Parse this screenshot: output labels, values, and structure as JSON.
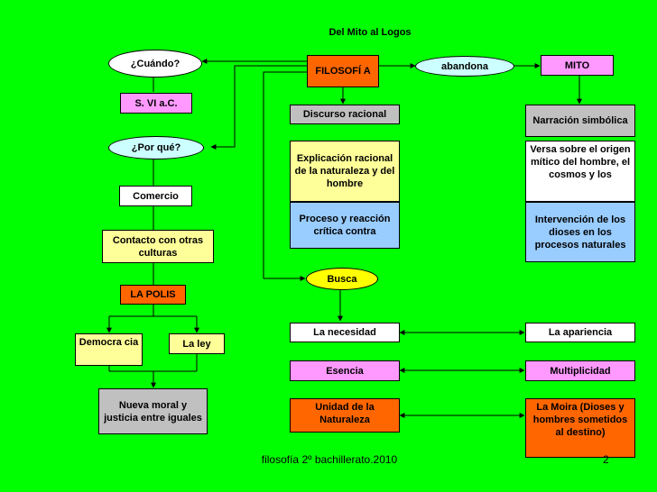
{
  "title": "Del Mito al Logos",
  "nodes": {
    "cuando": "¿Cuándo?",
    "siglo": "S. VI a.C.",
    "porque": "¿Por qué?",
    "comercio": "Comercio",
    "contacto": "Contacto con otras culturas",
    "polis": "LA POLIS",
    "democracia": "Democra cia",
    "ley": "La ley",
    "nueva_moral": "Nueva moral y justicia entre iguales",
    "filosofia": "FILOSOFÍ A",
    "abandona": "abandona",
    "mito": "MITO",
    "discurso": "Discurso racional",
    "explicacion": "Explicación racional de la naturaleza y del hombre",
    "proceso": "Proceso y reacción crítica contra",
    "narracion": "Narración simbólica",
    "versa": "Versa sobre el origen mítico del hombre, el cosmos y los",
    "intervencion": "Intervención de los dioses en los procesos naturales",
    "busca": "Busca",
    "necesidad": "La necesidad",
    "apariencia": "La apariencia",
    "esencia": "Esencia",
    "multiplicidad": "Multiplicidad",
    "unidad": "Unidad de la Naturaleza",
    "moira": "La Moira (Dioses y hombres sometidos al destino)"
  },
  "footer": "filosofía 2º bachillerato.2010",
  "page_number": "2",
  "colors": {
    "background": "#00ff00",
    "white": "#ffffff",
    "yellow": "#ffff99",
    "gray": "#c0c0c0",
    "blue": "#99ccff",
    "pink": "#ff99ff",
    "orange": "#ff6600",
    "light_cyan": "#ccffff",
    "bright_yellow": "#ffff00"
  }
}
